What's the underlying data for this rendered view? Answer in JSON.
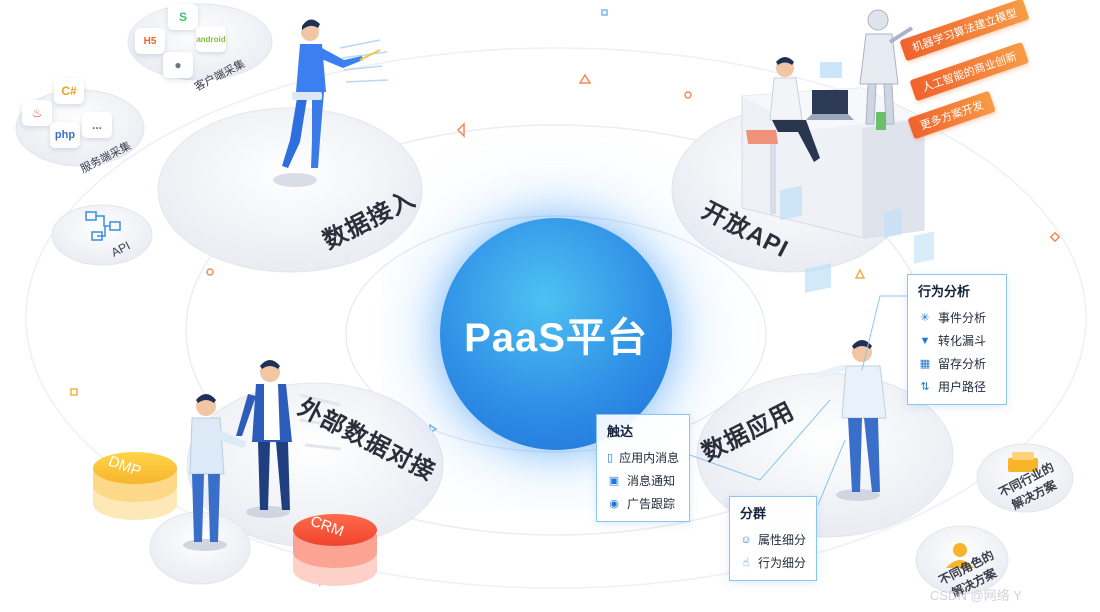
{
  "hub": {
    "label": "PaaS平台"
  },
  "modules": {
    "data_access": "数据接入",
    "open_api": "开放API",
    "external_data": "外部数据对接",
    "data_application": "数据应用"
  },
  "collection": {
    "client": "客户端采集",
    "server": "服务端采集",
    "api": "API",
    "client_icons": [
      "S",
      "H5",
      "android"
    ],
    "server_icons": [
      "C#",
      "php",
      "..."
    ]
  },
  "ai_tags": [
    "机器学习算法建立模型",
    "人工智能的商业创新",
    "更多方案开发"
  ],
  "external": {
    "dmp": "DMP",
    "crm": "CRM"
  },
  "behavior_panel": {
    "title": "行为分析",
    "items": [
      {
        "label": "事件分析",
        "icon": "event-icon"
      },
      {
        "label": "转化漏斗",
        "icon": "funnel-icon"
      },
      {
        "label": "留存分析",
        "icon": "retention-icon"
      },
      {
        "label": "用户路径",
        "icon": "path-icon"
      }
    ]
  },
  "reach_panel": {
    "title": "触达",
    "items": [
      {
        "label": "应用内消息",
        "icon": "phone-icon"
      },
      {
        "label": "消息通知",
        "icon": "message-icon"
      },
      {
        "label": "广告跟踪",
        "icon": "ad-icon"
      }
    ]
  },
  "segment_panel": {
    "title": "分群",
    "items": [
      {
        "label": "属性细分",
        "icon": "user-face-icon"
      },
      {
        "label": "行为细分",
        "icon": "pointer-icon"
      }
    ]
  },
  "solutions": {
    "industry": "不同行业的解决方案",
    "role": "不同角色的解决方案"
  },
  "watermark": "CSDN @网络 Y"
}
